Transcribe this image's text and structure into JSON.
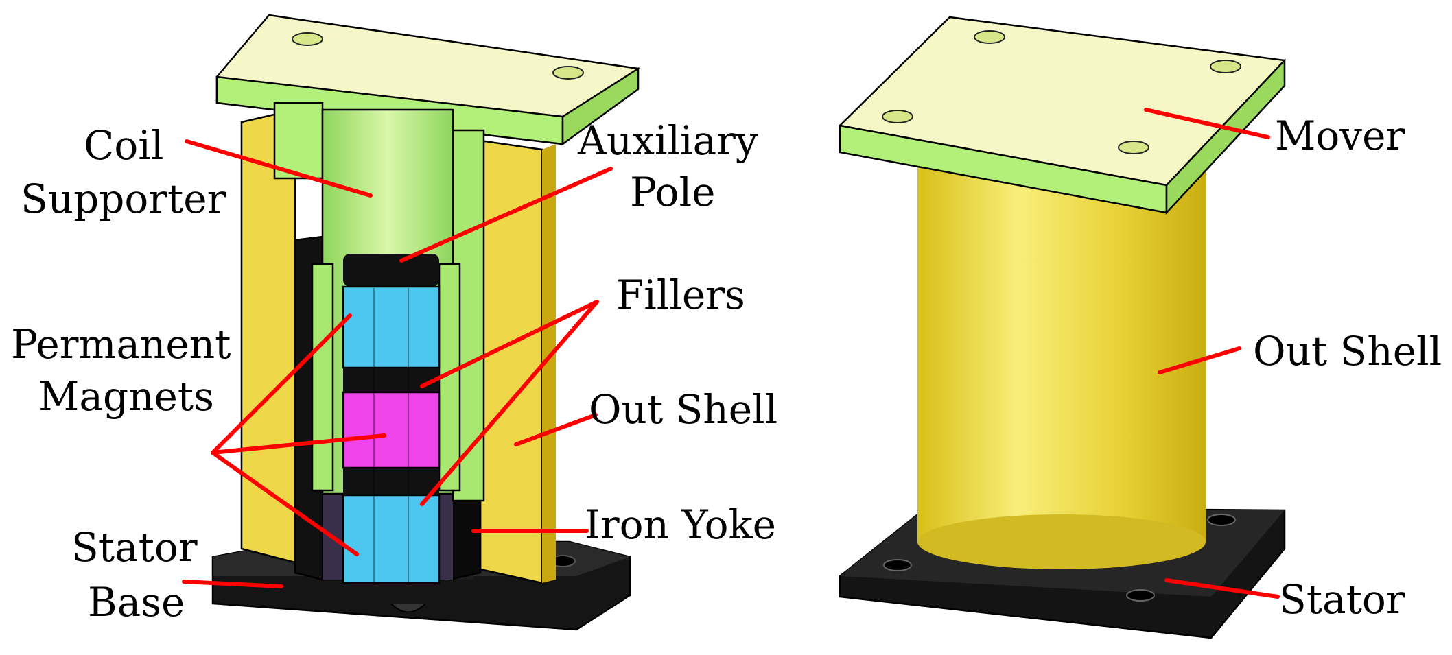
{
  "left_view": {
    "labels": {
      "coil_supporter_line1": "Coil",
      "coil_supporter_line2": "Supporter",
      "auxiliary_pole_line1": "Auxiliary",
      "auxiliary_pole_line2": "Pole",
      "fillers": "Fillers",
      "permanent_magnets_line1": "Permanent",
      "permanent_magnets_line2": "Magnets",
      "out_shell": "Out Shell",
      "iron_yoke": "Iron Yoke",
      "stator_base_line1": "Stator",
      "stator_base_line2": "Base"
    }
  },
  "right_view": {
    "labels": {
      "mover": "Mover",
      "out_shell": "Out Shell",
      "stator": "Stator"
    }
  },
  "colors": {
    "mover_green": "#b3f07a",
    "mover_top": "#f6f7c6",
    "shell_yellow": "#f2de4a",
    "magnet_blue": "#4cc8f0",
    "magnet_magenta": "#ee44ea",
    "stator_black": "#111111",
    "leader_red": "#ff0000"
  }
}
